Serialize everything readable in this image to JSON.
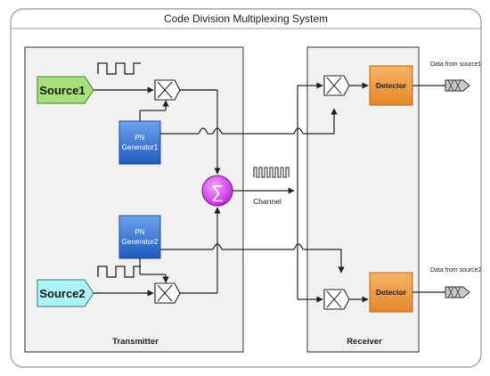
{
  "title": "Code Division Multiplexing System",
  "transmitter": {
    "label": "Transmitter",
    "source1": "Source1",
    "source2": "Source2",
    "pn1_line1": "PN",
    "pn1_line2": "Generator1",
    "pn2_line1": "PN",
    "pn2_line2": "Generator2",
    "sum_symbol": "∑"
  },
  "channel": {
    "label": "Channel"
  },
  "receiver": {
    "label": "Receiver",
    "detector1": "Detector",
    "detector2": "Detector",
    "output1": "Data from source1",
    "output2": "Data from source2"
  },
  "colors": {
    "source1": "#a6e07a",
    "source2": "#aef3f3",
    "pn_generator": "#2e6fd0",
    "detector": "#f29b3c",
    "summer": "#d83cf0"
  },
  "icons": [
    "multiplier-icon",
    "summer-icon",
    "square-wave-icon",
    "output-connector-icon"
  ]
}
